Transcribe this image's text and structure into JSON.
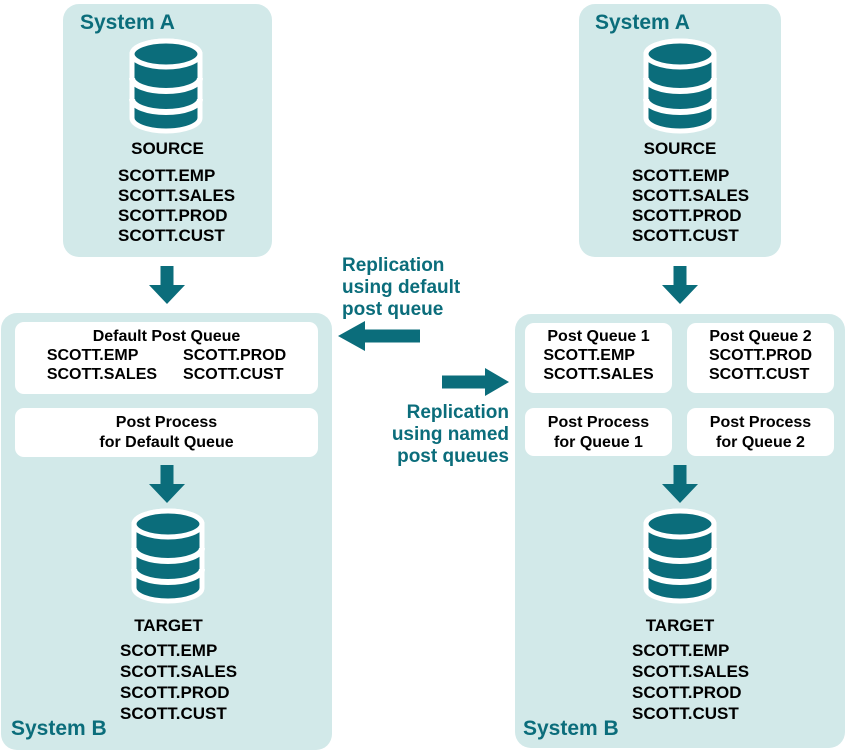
{
  "colors": {
    "teal": "#0b6d7b",
    "panel_bg": "#d2e9e9",
    "box_white": "#ffffff",
    "text_black": "#000000"
  },
  "panels": {
    "left_a": {
      "title": "System A",
      "db_label": "SOURCE",
      "tables": [
        "SCOTT.EMP",
        "SCOTT.SALES",
        "SCOTT.PROD",
        "SCOTT.CUST"
      ]
    },
    "left_b": {
      "title": "System B",
      "default_queue": {
        "title": "Default Post Queue",
        "col1": [
          "SCOTT.EMP",
          "SCOTT.SALES"
        ],
        "col2": [
          "SCOTT.PROD",
          "SCOTT.CUST"
        ]
      },
      "post_process": {
        "line1": "Post Process",
        "line2": "for Default Queue"
      },
      "db_label": "TARGET",
      "tables": [
        "SCOTT.EMP",
        "SCOTT.SALES",
        "SCOTT.PROD",
        "SCOTT.CUST"
      ]
    },
    "right_a": {
      "title": "System A",
      "db_label": "SOURCE",
      "tables": [
        "SCOTT.EMP",
        "SCOTT.SALES",
        "SCOTT.PROD",
        "SCOTT.CUST"
      ]
    },
    "right_b": {
      "title": "System B",
      "queue1": {
        "title": "Post Queue 1",
        "tables": [
          "SCOTT.EMP",
          "SCOTT.SALES"
        ]
      },
      "queue2": {
        "title": "Post Queue 2",
        "tables": [
          "SCOTT.PROD",
          "SCOTT.CUST"
        ]
      },
      "process1": {
        "line1": "Post Process",
        "line2": "for Queue 1"
      },
      "process2": {
        "line1": "Post Process",
        "line2": "for Queue 2"
      },
      "db_label": "TARGET",
      "tables": [
        "SCOTT.EMP",
        "SCOTT.SALES",
        "SCOTT.PROD",
        "SCOTT.CUST"
      ]
    }
  },
  "annotations": {
    "default_replication": {
      "line1": "Replication",
      "line2": "using default",
      "line3": "post queue"
    },
    "named_replication": {
      "line1": "Replication",
      "line2": "using named",
      "line3": "post queues"
    }
  }
}
